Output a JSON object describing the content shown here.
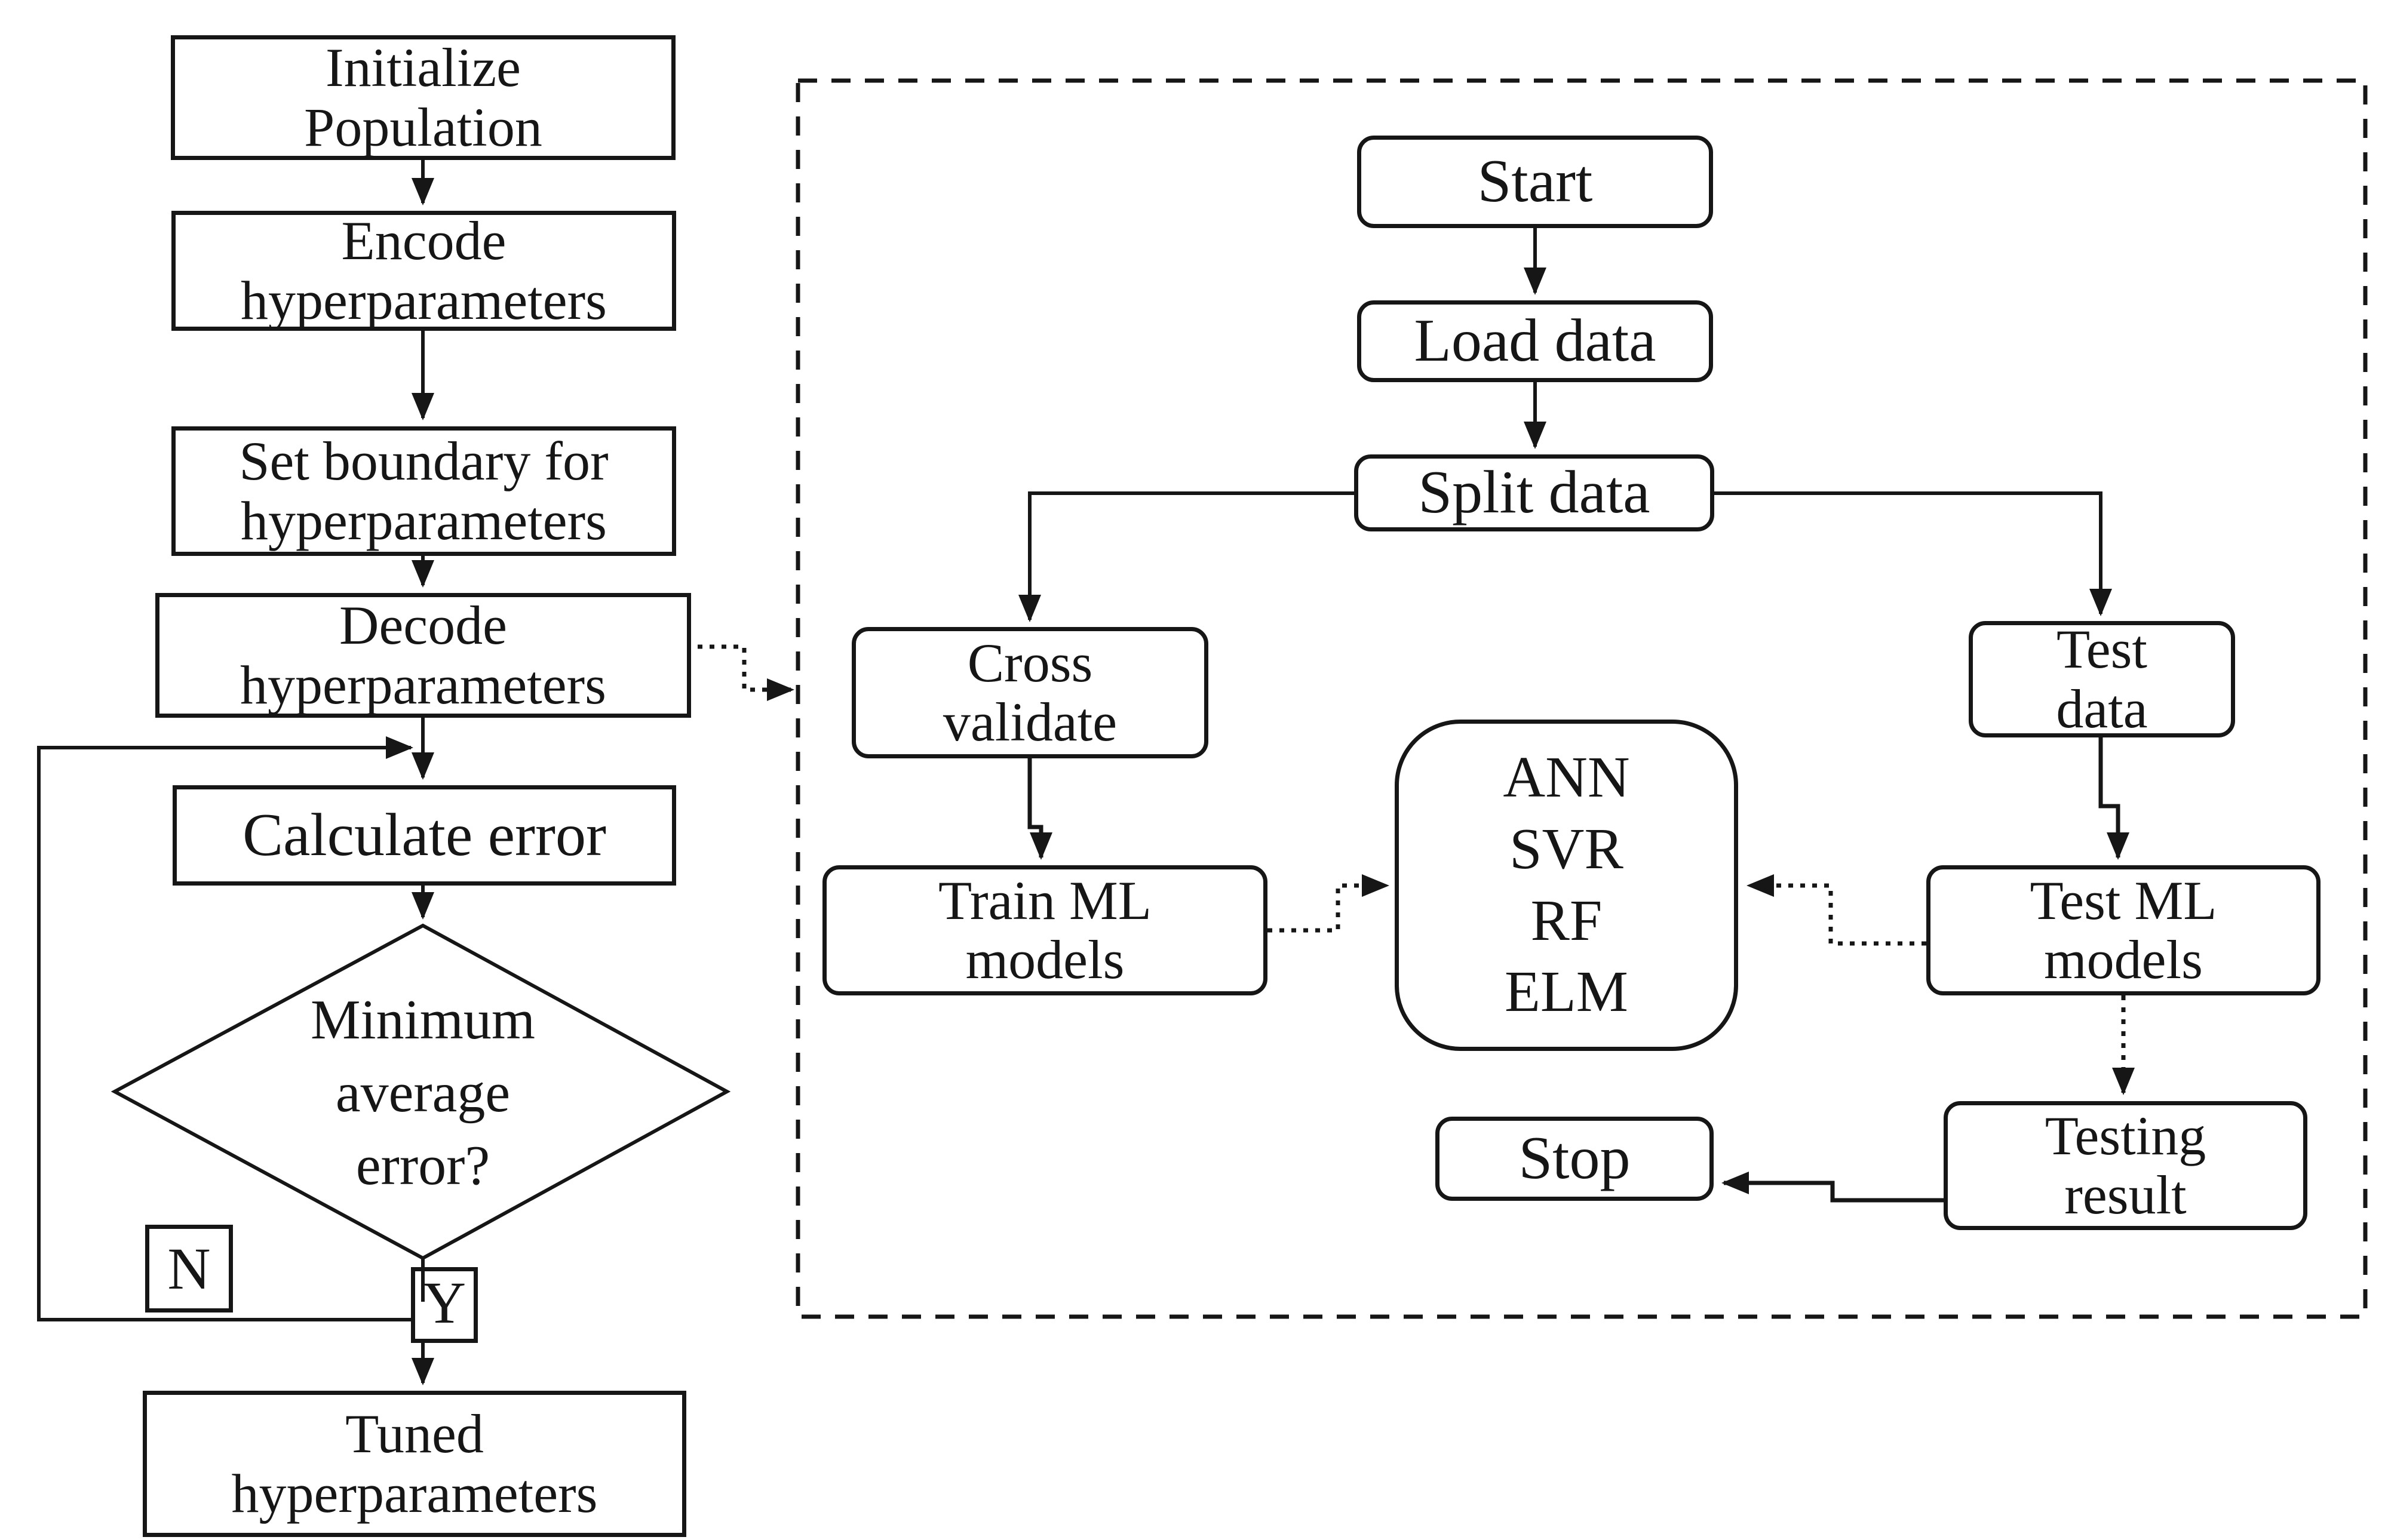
{
  "diagram": {
    "title": "Hyperparameter tuning and ML training flowchart",
    "colors": {
      "stroke": "#161616",
      "background": "#ffffff"
    },
    "left_flow": {
      "initialize": "Initialize\nPopulation",
      "encode": "Encode\nhyperparameters",
      "set_boundary": "Set boundary for\nhyperparameters",
      "decode": "Decode\nhyperparameters",
      "calculate_error": "Calculate error",
      "decision": "Minimum\naverage\nerror?",
      "decision_no": "N",
      "decision_yes": "Y",
      "tuned": "Tuned\nhyperparameters"
    },
    "right_flow": {
      "start": "Start",
      "load_data": "Load data",
      "split_data": "Split data",
      "cross_validate": "Cross\nvalidate",
      "train_ml": "Train ML\nmodels",
      "models": "ANN\nSVR\nRF\nELM",
      "test_data": "Test\ndata",
      "test_ml": "Test ML\nmodels",
      "testing_result": "Testing\nresult",
      "stop": "Stop"
    }
  }
}
